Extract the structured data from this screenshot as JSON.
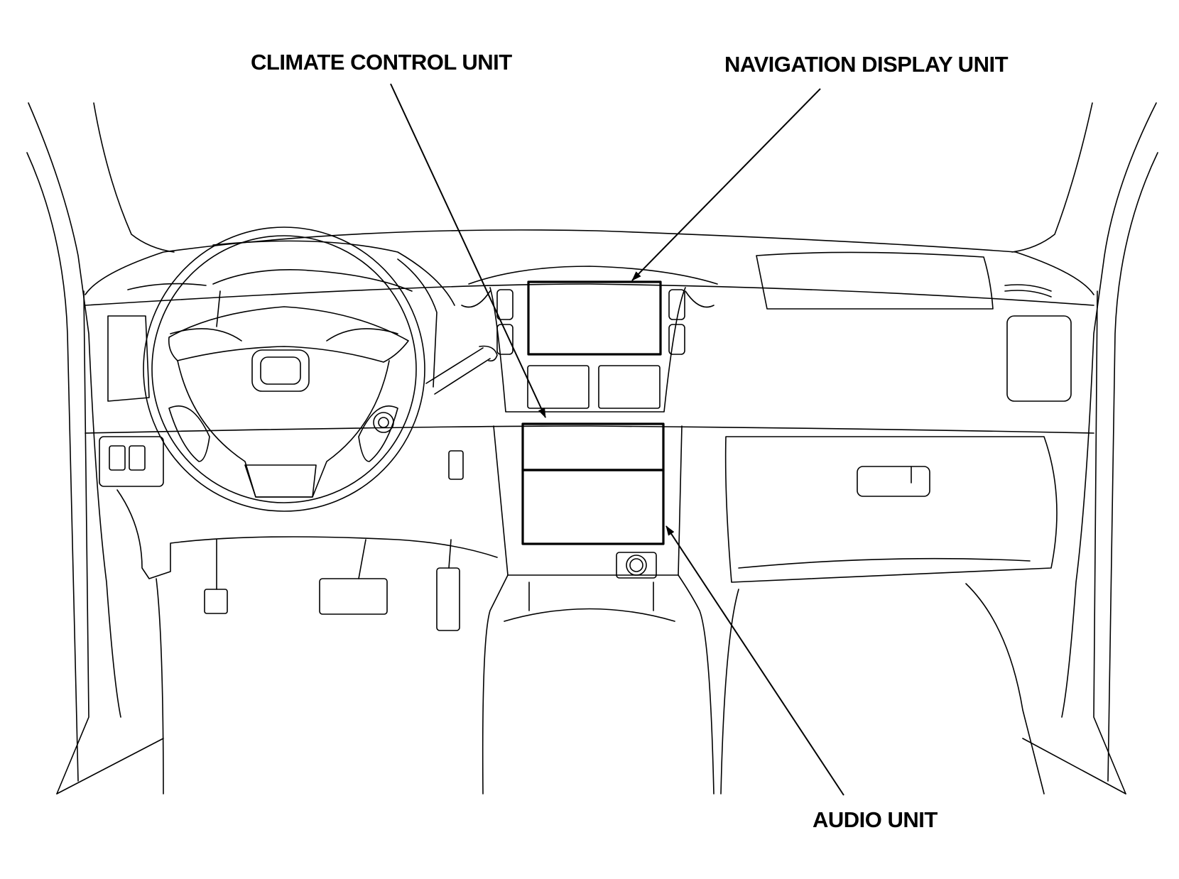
{
  "labels": {
    "climate_control_unit": "CLIMATE CONTROL UNIT",
    "navigation_display_unit": "NAVIGATION DISPLAY UNIT",
    "audio_unit": "AUDIO UNIT"
  },
  "colors": {
    "line": "#000000",
    "background": "#ffffff"
  }
}
